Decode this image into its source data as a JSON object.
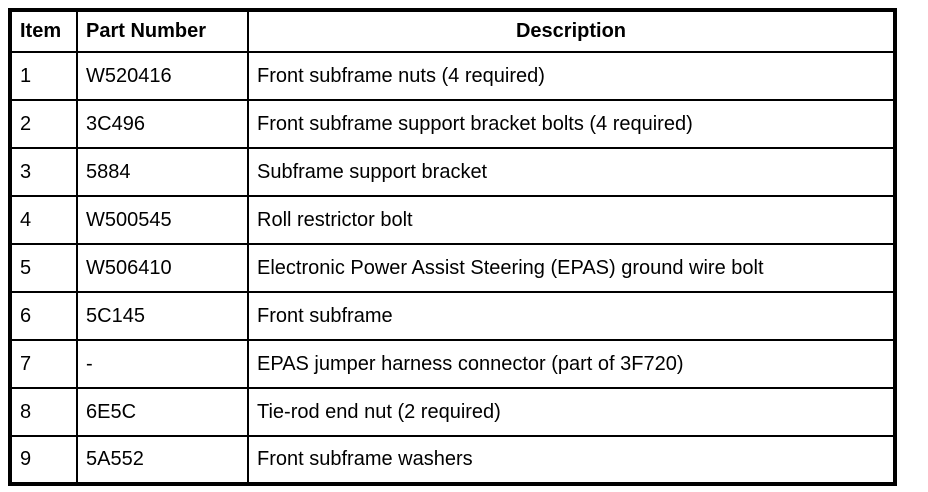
{
  "colors": {
    "border": "#000000",
    "background": "#ffffff",
    "text": "#000000"
  },
  "table": {
    "headers": {
      "item": "Item",
      "part_number": "Part Number",
      "description": "Description"
    },
    "rows": [
      {
        "item": "1",
        "part_number": "W520416",
        "description": "Front subframe nuts (4 required)"
      },
      {
        "item": "2",
        "part_number": "3C496",
        "description": "Front subframe support bracket bolts (4 required)"
      },
      {
        "item": "3",
        "part_number": "5884",
        "description": "Subframe support bracket"
      },
      {
        "item": "4",
        "part_number": "W500545",
        "description": "Roll restrictor bolt"
      },
      {
        "item": "5",
        "part_number": "W506410",
        "description": "Electronic Power Assist Steering (EPAS) ground wire bolt"
      },
      {
        "item": "6",
        "part_number": "5C145",
        "description": "Front subframe"
      },
      {
        "item": "7",
        "part_number": "-",
        "description": "EPAS jumper harness connector (part of 3F720)"
      },
      {
        "item": "8",
        "part_number": "6E5C",
        "description": "Tie-rod end nut (2 required)"
      },
      {
        "item": "9",
        "part_number": "5A552",
        "description": "Front subframe washers"
      }
    ]
  }
}
